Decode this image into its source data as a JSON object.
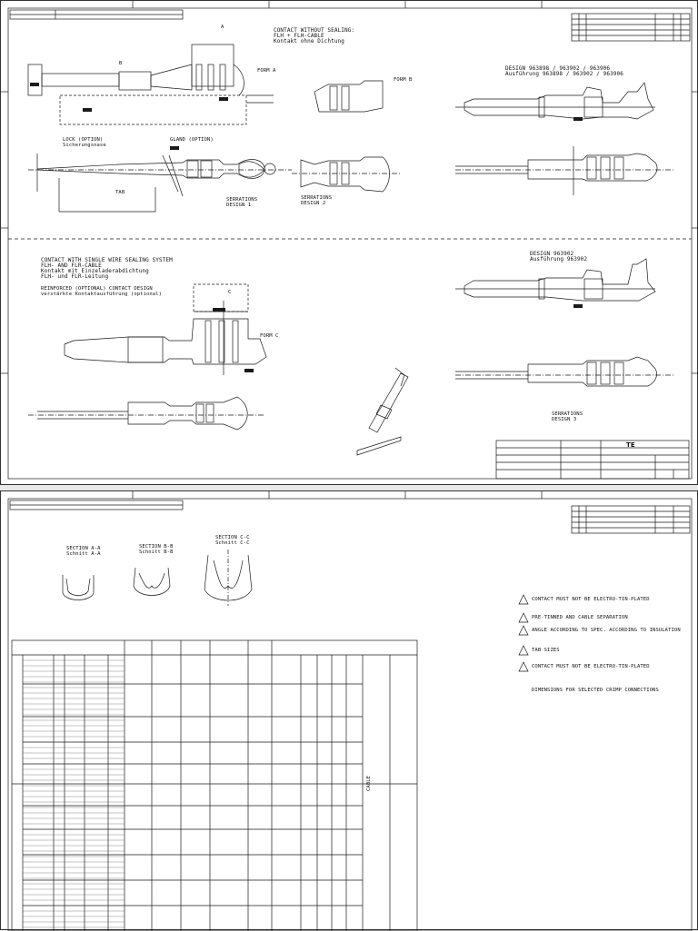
{
  "sheet1": {
    "note_flh": "CONTACT WITHOUT SEALING:\nFLH + FLH-CABLE\nKontakt ohne Dichtung",
    "note_sealing": "CONTACT WITH SINGLE WIRE SEALING SYSTEM\nFLH- AND FLR-CABLE\nKontakt mit Einzeladerabdichtung\nFLH- und FLR-Leitung",
    "note_reinforced": "REINFORCED (OPTIONAL) CONTACT DESIGN\nverstärkte Kontaktausführung (optional)",
    "design_a": "DESIGN 963898 / 963902 / 963906\nAusführung 963898 / 963902 / 963906",
    "design_b": "DESIGN 963902\nAusführung 963902",
    "form_a": "FORM A",
    "form_b": "FORM B",
    "form_c": "FORM C",
    "serrations_1": "SERRATIONS\nDESIGN 1",
    "serrations_2": "SERRATIONS\nDESIGN 2",
    "serrations_3": "SERRATIONS\nDESIGN 3",
    "lock_option": "LOCK (OPTION)\nSicherungsnase",
    "gland_option": "GLAND (OPTION)",
    "tab": "TAB",
    "logo": "TE",
    "dim_a": "A",
    "dim_b": "B",
    "dim_c": "C"
  },
  "sheet2": {
    "section_aa": "SECTION A-A\nSchnitt A-A",
    "section_bb": "SECTION B-B\nSchnitt B-B",
    "section_cc": "SECTION C-C\nSchnitt C-C",
    "notes": [
      "CONTACT MUST NOT BE ELECTRO-TIN-PLATED",
      "PRE-TINNED AND CABLE SEPARATION",
      "ANGLE ACCORDING TO SPEC. ACCORDING TO INSULATION",
      "TAB SIZES",
      "CONTACT MUST NOT BE ELECTRO-TIN-PLATED",
      "DIMENSIONS FOR SELECTED CRIMP CONNECTIONS"
    ],
    "cable_label": "CABLE"
  },
  "colors": {
    "ink": "#1a1a1a",
    "paper": "#ffffff",
    "grid": "#333333"
  }
}
